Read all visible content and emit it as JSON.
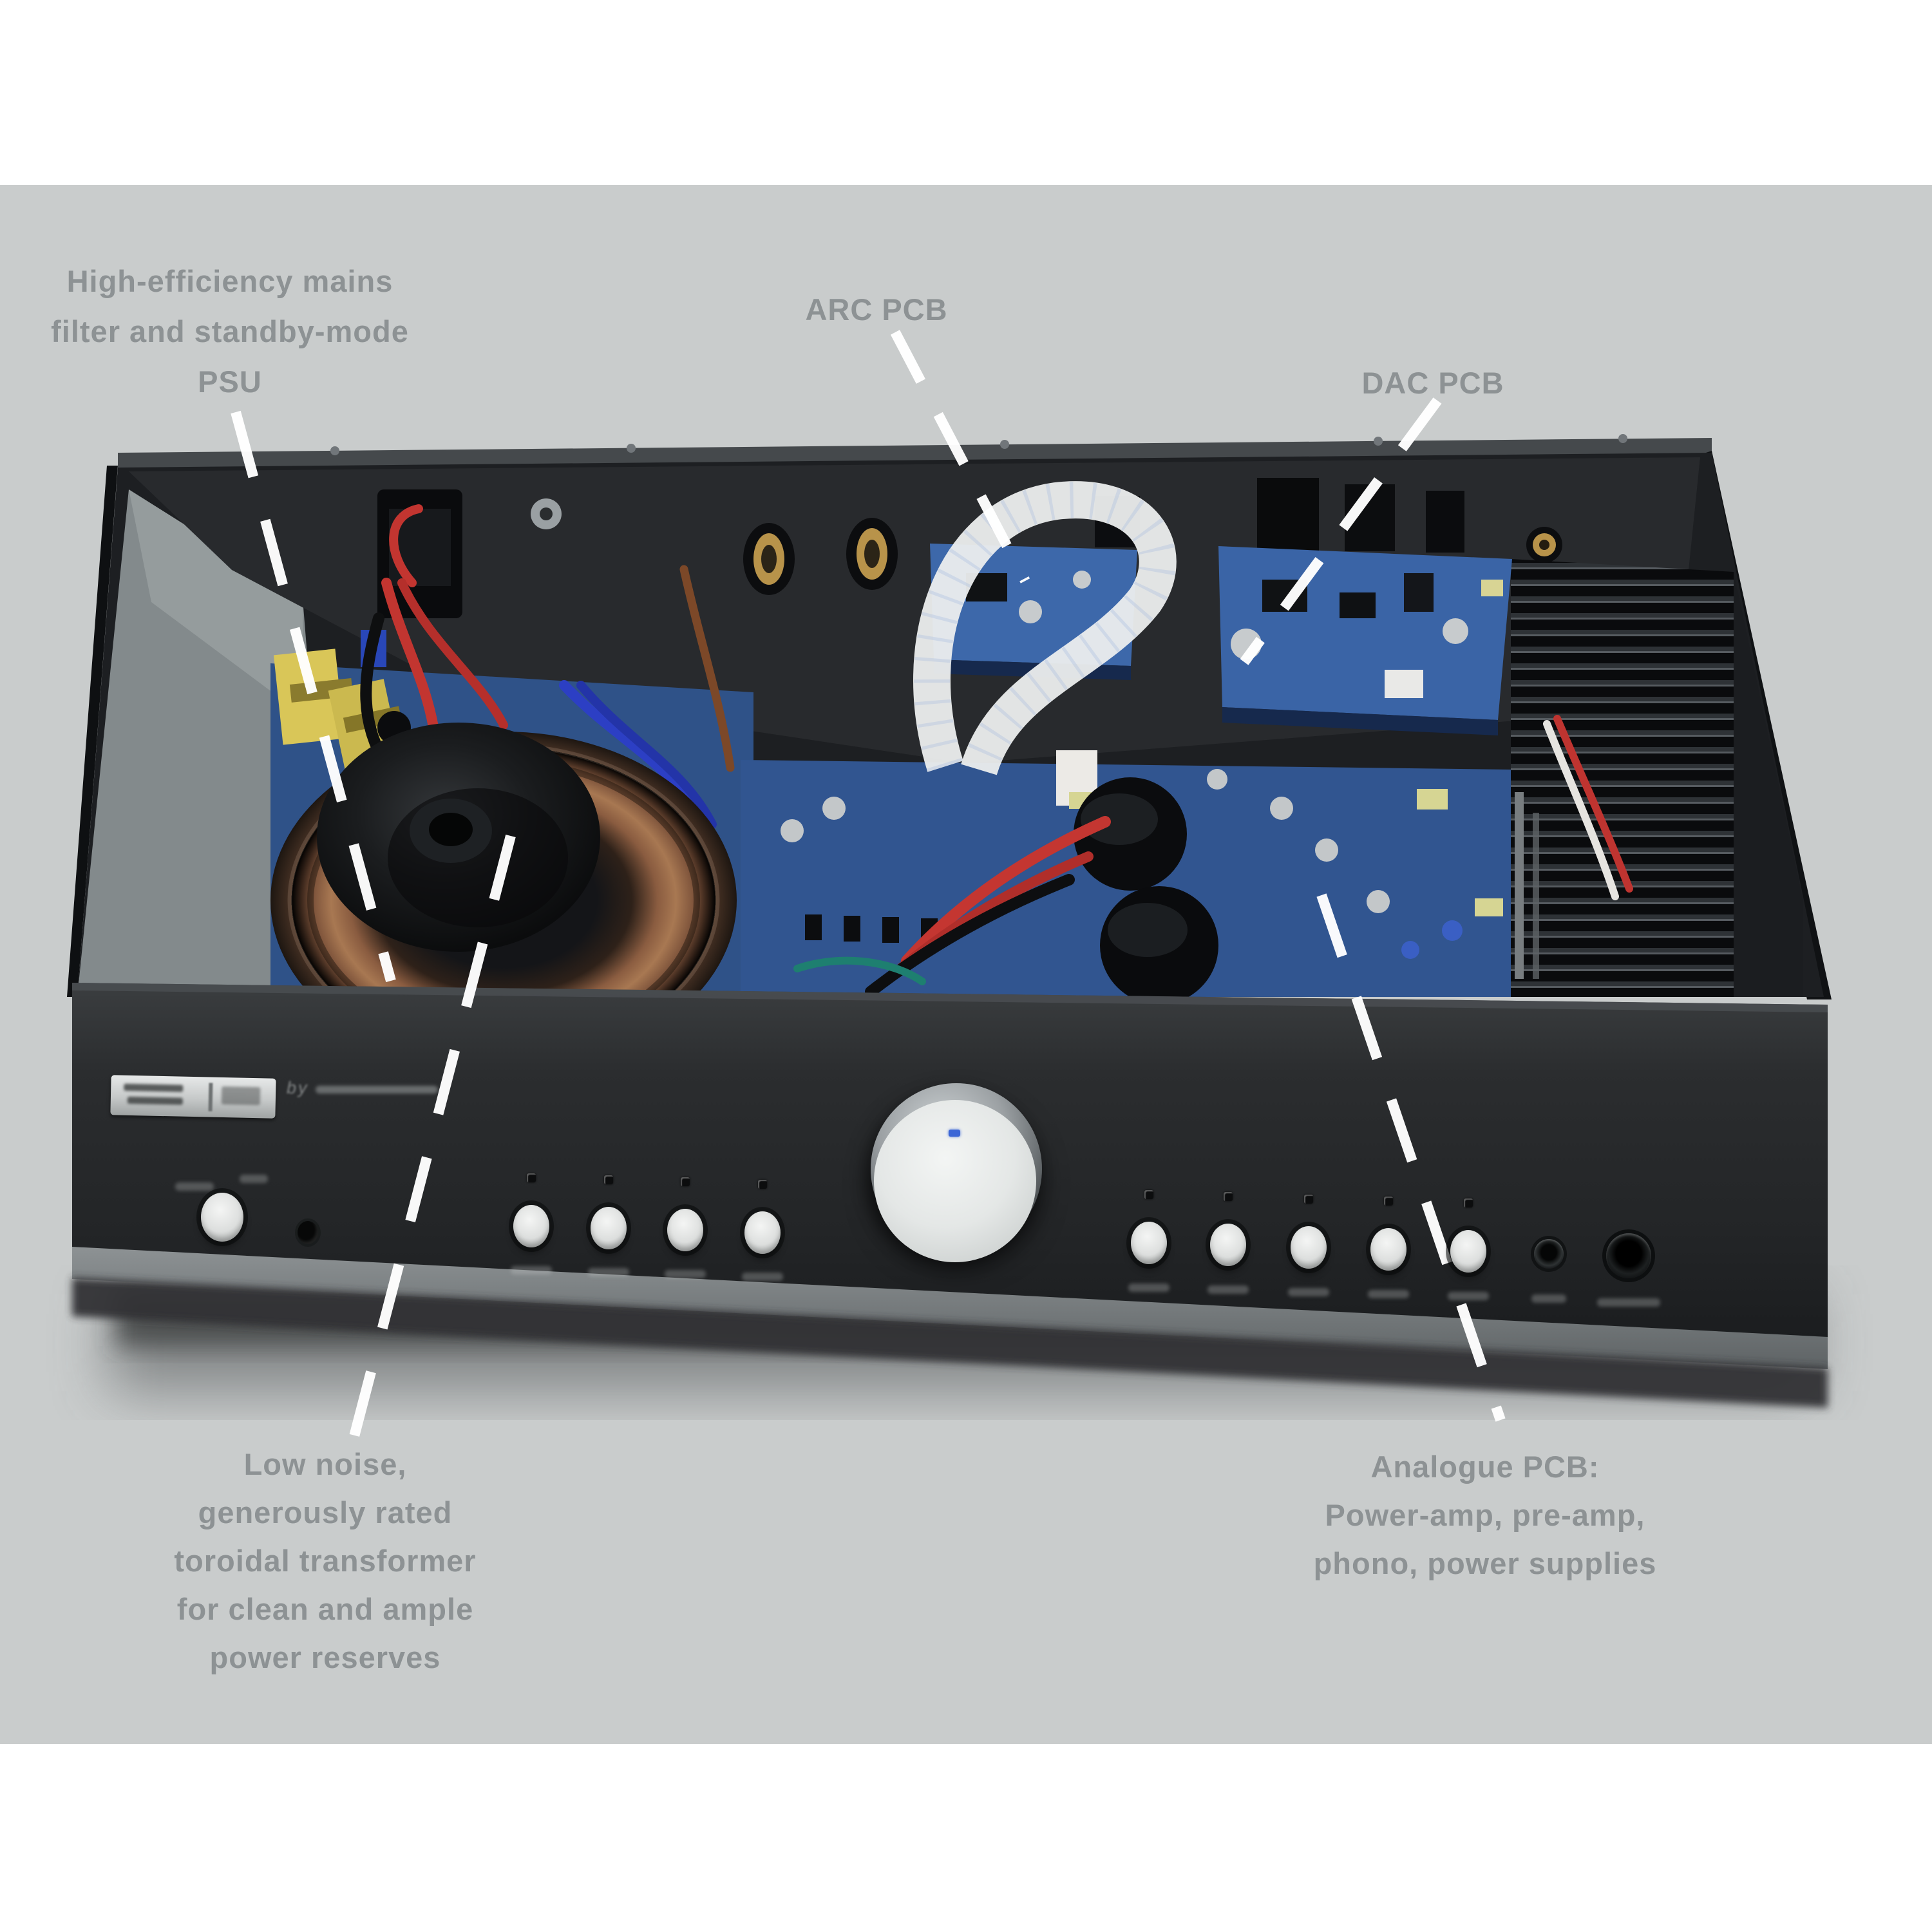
{
  "page": {
    "background": "#ffffff",
    "card_background": "#c9cccc"
  },
  "callouts": {
    "psu": {
      "lines": [
        "High-efficiency mains",
        "filter and standby-mode",
        "PSU"
      ]
    },
    "arc": {
      "lines": [
        "ARC PCB"
      ]
    },
    "dac": {
      "lines": [
        "DAC PCB"
      ]
    },
    "transformer": {
      "lines": [
        "Low noise,",
        "generously rated",
        "toroidal transformer",
        "for clean and ample",
        "power reserves"
      ]
    },
    "analogue": {
      "lines": [
        "Analogue PCB:",
        "Power-amp, pre-amp,",
        "phono, power supplies"
      ]
    }
  },
  "photo": {
    "subject": "stereo integrated amplifier with top cover removed, viewed from upper front",
    "front_panel": {
      "brand_print_by": "by",
      "left_button_count": 4,
      "right_button_count": 5,
      "jack_count": 2,
      "knob_led_color": "#3b66d6"
    },
    "colors": {
      "callout_text": "#8d9294",
      "leader_lines": "#ffffff",
      "chassis": "#232527",
      "pcb_blue": "#315590",
      "toroid_copper": "#a87852",
      "heatsink": "#101114",
      "front_strip": "#7d8284"
    }
  }
}
